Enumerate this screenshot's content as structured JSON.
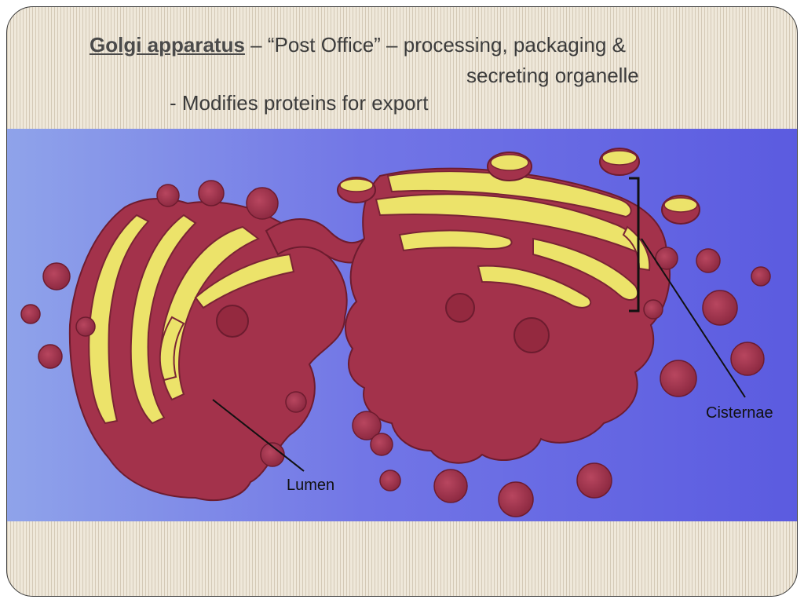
{
  "slide": {
    "term": "Golgi apparatus",
    "title_rest": " – “Post Office” – processing, packaging &",
    "title_line2": "secreting organelle",
    "subtitle": "- Modifies proteins for export"
  },
  "diagram": {
    "labels": {
      "lumen": "Lumen",
      "cisternae": "Cisternae"
    },
    "colors": {
      "background": "#6f72e6",
      "membrane": "#a3324b",
      "lumen": "#ece36a"
    }
  }
}
